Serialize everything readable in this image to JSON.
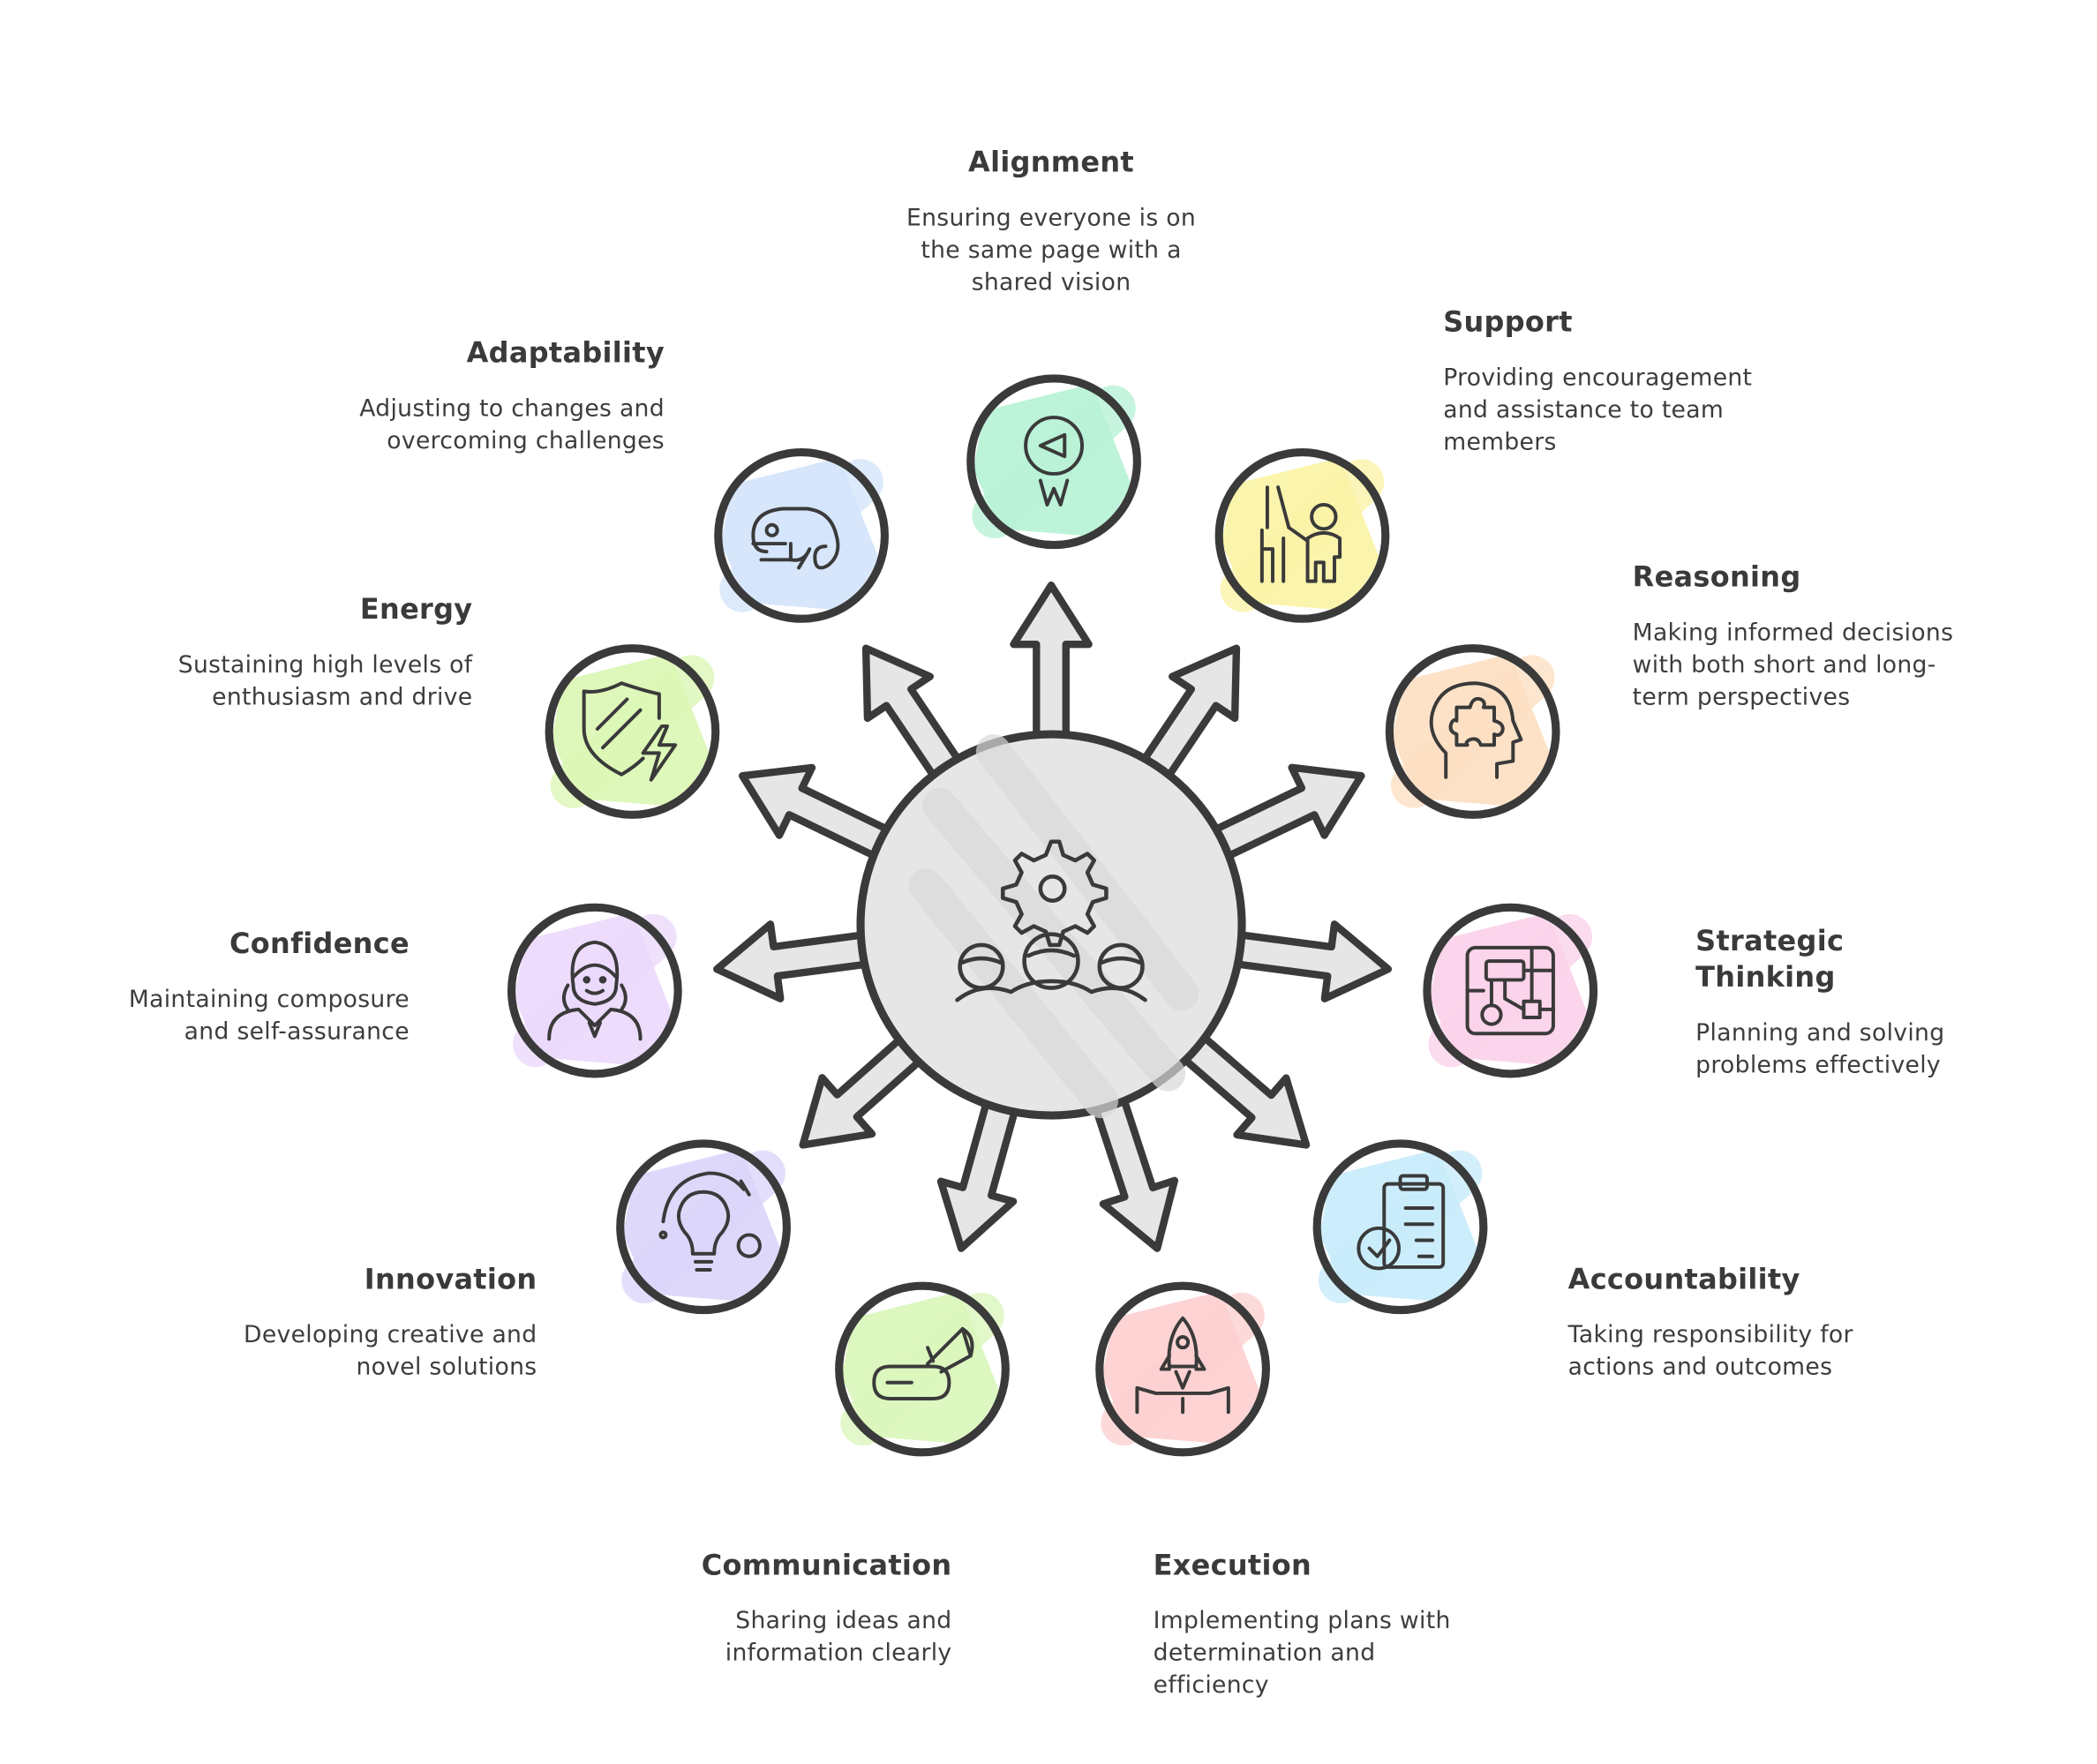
{
  "center": {
    "icon": "team-gear-icon"
  },
  "items": [
    {
      "id": "alignment",
      "title": "Alignment",
      "description": "Ensuring everyone is on the same page with a shared vision",
      "icon": "compass-icon",
      "color": "#b9f2d6"
    },
    {
      "id": "support",
      "title": "Support",
      "description": "Providing encouragement and assistance to team members",
      "icon": "helping-hand-icon",
      "color": "#fbf3a8"
    },
    {
      "id": "reasoning",
      "title": "Reasoning",
      "description": "Making informed decisions with both short and long-term perspectives",
      "icon": "head-puzzle-icon",
      "color": "#fde0c4"
    },
    {
      "id": "strategic-thinking",
      "title": "Strategic Thinking",
      "description": "Planning and solving problems effectively",
      "icon": "strategy-map-icon",
      "color": "#fbd3ea"
    },
    {
      "id": "accountability",
      "title": "Accountability",
      "description": "Taking responsibility for actions and outcomes",
      "icon": "clipboard-check-icon",
      "color": "#c9ecfb"
    },
    {
      "id": "execution",
      "title": "Execution",
      "description": "Implementing plans with determination and efficiency",
      "icon": "rocket-launch-icon",
      "color": "#fdd1d1"
    },
    {
      "id": "communication",
      "title": "Communication",
      "description": "Sharing ideas and information clearly",
      "icon": "megaphone-icon",
      "color": "#dbf7bd"
    },
    {
      "id": "innovation",
      "title": "Innovation",
      "description": "Developing creative and novel solutions",
      "icon": "lightbulb-icon",
      "color": "#dcd6fb"
    },
    {
      "id": "confidence",
      "title": "Confidence",
      "description": "Maintaining composure and self-assurance",
      "icon": "person-confident-icon",
      "color": "#ecdafc"
    },
    {
      "id": "energy",
      "title": "Energy",
      "description": "Sustaining high levels of enthusiasm and drive",
      "icon": "shield-bolt-icon",
      "color": "#dcf7b6"
    },
    {
      "id": "adaptability",
      "title": "Adaptability",
      "description": "Adjusting to changes and overcoming challenges",
      "icon": "chameleon-icon",
      "color": "#d5e5fb"
    }
  ]
}
